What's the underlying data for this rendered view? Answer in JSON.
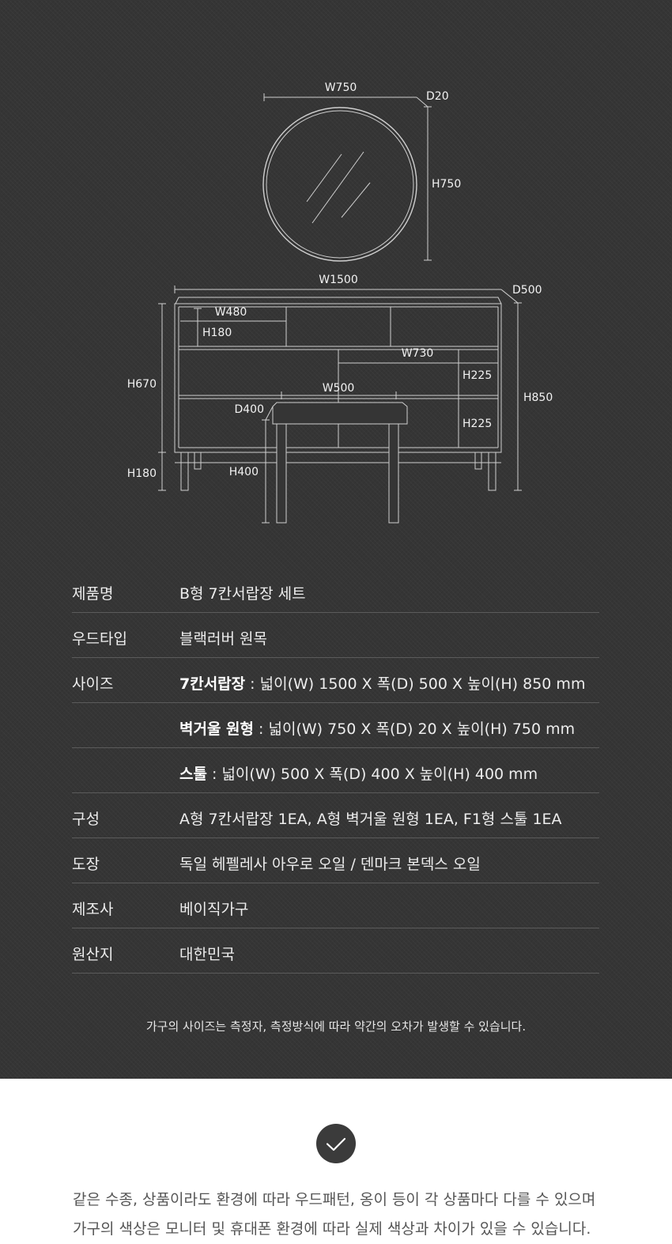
{
  "drawing": {
    "mirror": {
      "width": "W750",
      "depth": "D20",
      "height": "H750"
    },
    "cabinet": {
      "width": "W1500",
      "depth": "D500",
      "drawer_width": "W480",
      "drawer_height": "H180",
      "shelf_width": "W730",
      "shelf_height_1": "H225",
      "shelf_height_2": "H225",
      "body_height": "H670",
      "leg_height": "H180",
      "total_height": "H850"
    },
    "stool": {
      "width": "W500",
      "depth": "D400",
      "height": "H400"
    }
  },
  "specs": [
    {
      "label": "제품명",
      "parts": [
        {
          "value": "B형 7칸서랍장 세트"
        }
      ]
    },
    {
      "label": "우드타입",
      "parts": [
        {
          "value": "블랙러버 원목"
        }
      ]
    },
    {
      "label": "사이즈",
      "parts": [
        {
          "name": "7칸서랍장",
          "value": " : 넓이(W) 1500 X 폭(D) 500 X 높이(H) 850 mm"
        }
      ]
    },
    {
      "label": "",
      "parts": [
        {
          "name": "벽거울 원형",
          "value": " : 넓이(W) 750 X 폭(D) 20 X 높이(H) 750 mm"
        }
      ]
    },
    {
      "label": "",
      "parts": [
        {
          "name": "스툴",
          "value": " : 넓이(W) 500 X 폭(D) 400 X 높이(H) 400 mm"
        }
      ]
    },
    {
      "label": "구성",
      "parts": [
        {
          "value": "A형 7칸서랍장 1EA, A형 벽거울 원형 1EA, F1형 스툴 1EA"
        }
      ]
    },
    {
      "label": "도장",
      "parts": [
        {
          "value": "독일 헤펠레사 아우로 오일 / 덴마크 본덱스 오일"
        }
      ]
    },
    {
      "label": "제조사",
      "parts": [
        {
          "value": "베이직가구"
        }
      ]
    },
    {
      "label": "원산지",
      "parts": [
        {
          "value": "대한민국"
        }
      ]
    }
  ],
  "size_note": "가구의 사이즈는 측정자, 측정방식에 따라 약간의 오차가 발생할 수 있습니다.",
  "info_lines": [
    "같은 수종, 상품이라도 환경에 따라 우드패턴, 옹이 등이 각 상품마다 다를 수 있으며",
    "가구의 색상은 모니터 및 휴대폰 환경에 따라 실제 색상과 차이가 있을 수 있습니다."
  ],
  "colors": {
    "background_dark": "#353535",
    "line": "#c8c8c8",
    "text_light": "#ededed",
    "text_dark": "#555555",
    "check_circle": "#3b3b3b"
  }
}
